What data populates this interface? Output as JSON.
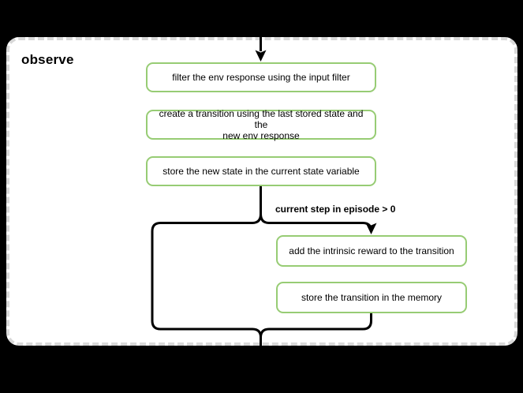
{
  "canvas": {
    "background": "#000000"
  },
  "panel": {
    "title": "observe",
    "background": "#ffffff",
    "border_color": "#d8d8d8"
  },
  "flow": {
    "condition_label": "current step in episode > 0",
    "node_border_color": "#97cc74",
    "connector_color": "#000000",
    "steps": [
      {
        "id": "filter-env-response",
        "label": "filter the env response using the input filter"
      },
      {
        "id": "create-transition",
        "label": "create a transition using the last stored state and the\nnew env response"
      },
      {
        "id": "store-new-state",
        "label": "store the new state in the current state variable"
      },
      {
        "id": "add-intrinsic-reward",
        "label": "add the intrinsic reward to the transition"
      },
      {
        "id": "store-transition",
        "label": "store the transition in the memory"
      }
    ]
  }
}
